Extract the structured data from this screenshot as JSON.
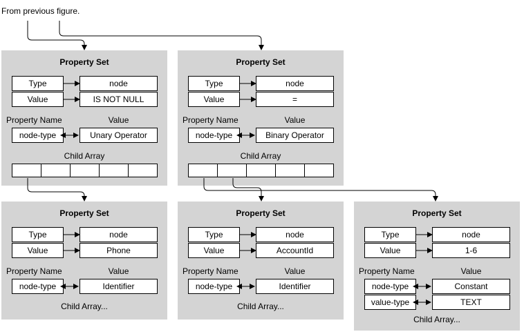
{
  "caption": "From previous figure.",
  "panels": [
    {
      "title": "Property Set",
      "type_label": "Type",
      "type_value": "node",
      "value_label": "Value",
      "value_value": "IS NOT NULL",
      "prop_name_header": "Property Name",
      "value_header": "Value",
      "props": [
        {
          "name": "node-type",
          "value": "Unary Operator"
        }
      ],
      "child_label": "Child Array"
    },
    {
      "title": "Property Set",
      "type_label": "Type",
      "type_value": "node",
      "value_label": "Value",
      "value_value": "=",
      "prop_name_header": "Property Name",
      "value_header": "Value",
      "props": [
        {
          "name": "node-type",
          "value": "Binary Operator"
        }
      ],
      "child_label": "Child Array"
    },
    {
      "title": "Property Set",
      "type_label": "Type",
      "type_value": "node",
      "value_label": "Value",
      "value_value": "Phone",
      "prop_name_header": "Property Name",
      "value_header": "Value",
      "props": [
        {
          "name": "node-type",
          "value": "Identifier"
        }
      ],
      "child_label": "Child Array..."
    },
    {
      "title": "Property Set",
      "type_label": "Type",
      "type_value": "node",
      "value_label": "Value",
      "value_value": "AccountId",
      "prop_name_header": "Property Name",
      "value_header": "Value",
      "props": [
        {
          "name": "node-type",
          "value": "Identifier"
        }
      ],
      "child_label": "Child Array..."
    },
    {
      "title": "Property Set",
      "type_label": "Type",
      "type_value": "node",
      "value_label": "Value",
      "value_value": "1-6",
      "prop_name_header": "Property Name",
      "value_header": "Value",
      "props": [
        {
          "name": "node-type",
          "value": "Constant"
        },
        {
          "name": "value-type",
          "value": "TEXT"
        }
      ],
      "child_label": "Child Array..."
    }
  ]
}
